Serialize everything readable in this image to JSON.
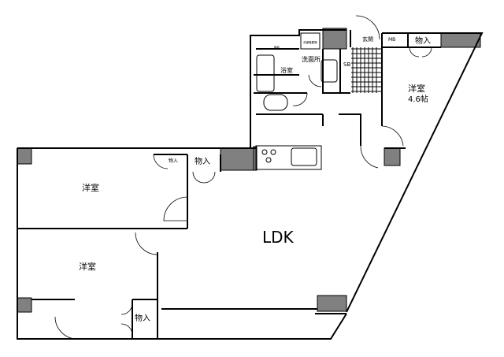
{
  "rooms": {
    "ldk": "LDK",
    "western_room_1": "洋室",
    "western_room_2": "洋室",
    "western_room_3": "洋室",
    "western_room_3_size": "4.6帖",
    "bathroom": "浴室",
    "washroom": "洗面所",
    "entrance": "玄関",
    "shoe_box": "SB",
    "meter_box": "MB",
    "pipe_space": "PS",
    "closet_1": "物入",
    "closet_2": "物入",
    "closet_3": "物入",
    "closet_4": "物入",
    "washer_space": "洗濯機置場"
  },
  "colors": {
    "wall_fill": "#808080",
    "line": "#000000"
  }
}
